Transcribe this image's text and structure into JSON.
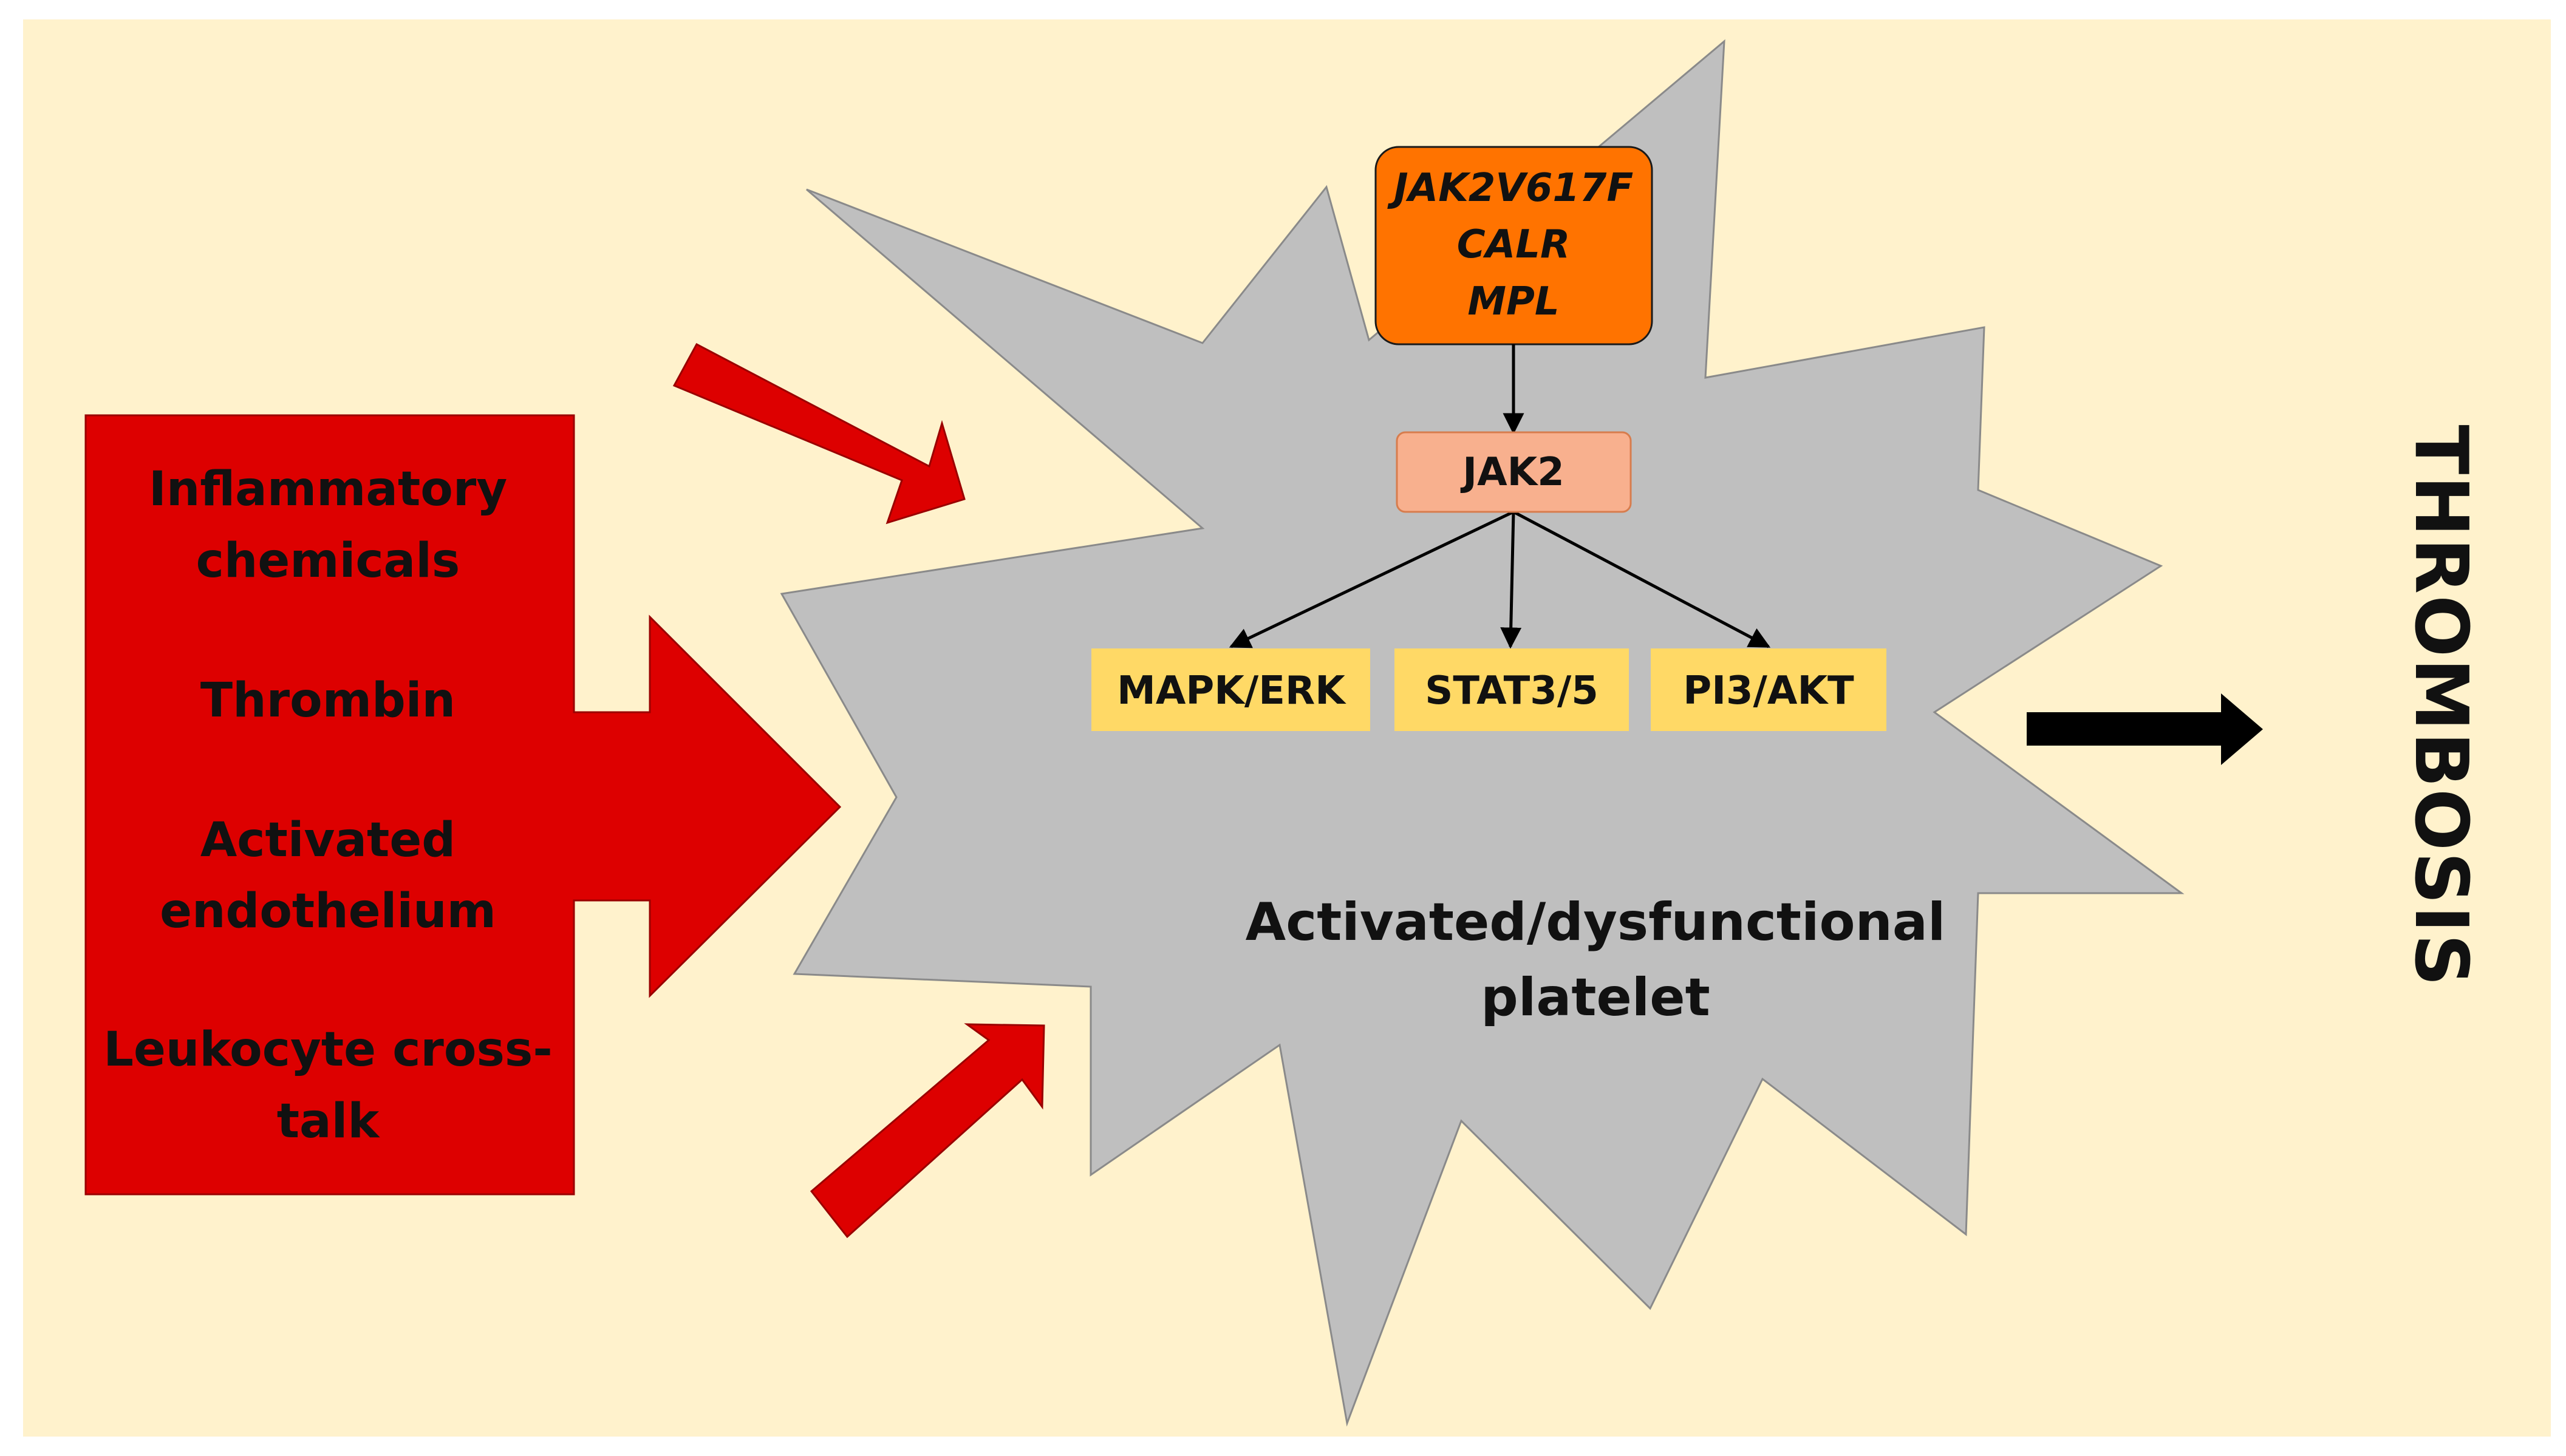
{
  "colors": {
    "background": "#FFF2CC",
    "inducer_box": "#DD0000",
    "starburst": "#BFBFBF",
    "mutation_box": "#FF7300",
    "jak2_box": "#F8B08E",
    "pathway_box": "#FFD966",
    "result_arrow": "#000000"
  },
  "inducers": {
    "items": [
      {
        "lines": [
          "Inflammatory",
          "chemicals"
        ]
      },
      {
        "lines": [
          "Thrombin"
        ]
      },
      {
        "lines": [
          "Activated",
          "endothelium"
        ]
      },
      {
        "lines": [
          "Leukocyte cross-",
          "talk"
        ]
      }
    ]
  },
  "mutations": {
    "lines": [
      "JAK2V617F",
      "CALR",
      "MPL"
    ]
  },
  "jak2": {
    "label": "JAK2"
  },
  "pathways": [
    {
      "label": "MAPK/ERK"
    },
    {
      "label": "STAT3/5"
    },
    {
      "label": "PI3/AKT"
    }
  ],
  "platelet": {
    "lines": [
      "Activated/dysfunctional",
      "platelet"
    ]
  },
  "outcome": {
    "label": "THROMBOSIS"
  }
}
